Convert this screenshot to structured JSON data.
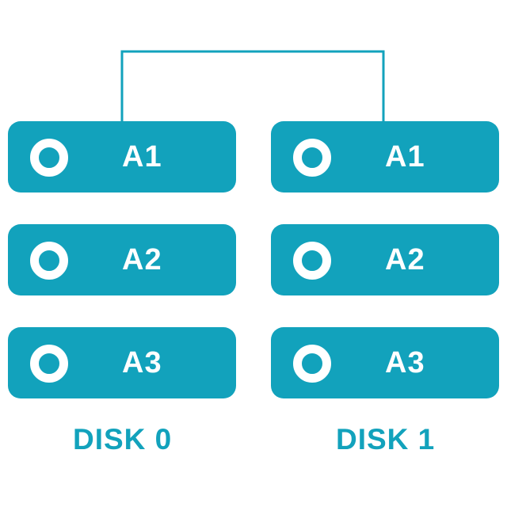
{
  "colors": {
    "block": "#12A2BC",
    "ring": "#FFFFFF",
    "label_text": "#FFFFFF",
    "disk_label_text": "#12A2BC",
    "connector": "#12A2BC"
  },
  "disks": [
    {
      "label": "DISK 0",
      "blocks": [
        {
          "label": "A1"
        },
        {
          "label": "A2"
        },
        {
          "label": "A3"
        }
      ]
    },
    {
      "label": "DISK 1",
      "blocks": [
        {
          "label": "A1"
        },
        {
          "label": "A2"
        },
        {
          "label": "A3"
        }
      ]
    }
  ]
}
